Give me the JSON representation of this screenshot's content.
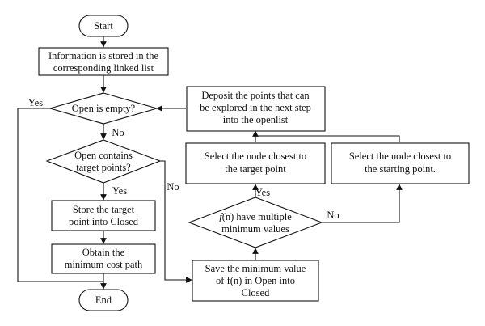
{
  "nodes": {
    "start": "Start",
    "info": [
      "Information is stored in the",
      "corresponding linked list"
    ],
    "open_empty": "Open is empty?",
    "open_contains": [
      "Open contains",
      "target points?"
    ],
    "store": [
      "Store the target",
      "point into Closed"
    ],
    "obtain": [
      "Obtain the",
      "minimum cost path"
    ],
    "end": "End",
    "save": [
      "Save the minimum value",
      "of f(n) in Open into",
      "Closed"
    ],
    "fn_multiple_f": "f",
    "fn_multiple_n": "(n)",
    "fn_multiple_rest": " have multiple",
    "fn_multiple_line2": "minimum values",
    "select_target": [
      "Select the node closest to",
      "the target point"
    ],
    "select_start": [
      "Select the node closest to",
      "the starting point."
    ],
    "deposit": [
      "Deposit the points that can",
      "be explored in the next step",
      "into the openlist"
    ]
  },
  "edge_labels": {
    "yes_empty": "Yes",
    "no_empty": "No",
    "yes_contains": "Yes",
    "no_contains": "No",
    "yes_multiple": "Yes",
    "no_multiple": "No"
  }
}
